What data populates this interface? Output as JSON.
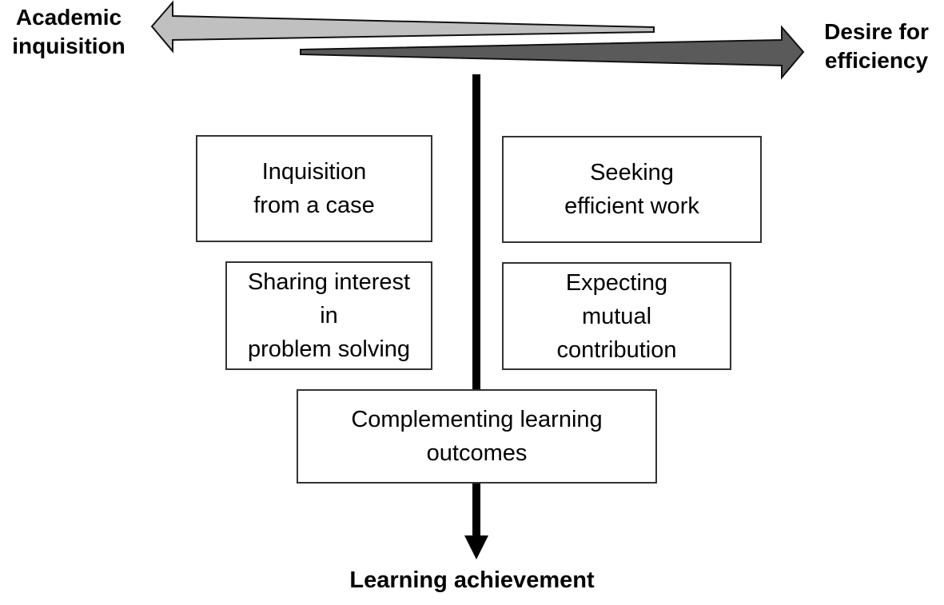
{
  "poles": {
    "left": "Academic\ninquisition",
    "right": "Desire for\nefficiency"
  },
  "boxes": {
    "top_left": "Inquisition\nfrom a case",
    "top_right": "Seeking\nefficient work",
    "mid_left": "Sharing interest\nin\nproblem solving",
    "mid_right": "Expecting\nmutual\ncontribution",
    "bottom": "Complementing learning\noutcomes"
  },
  "outcome": "Learning achievement",
  "colors": {
    "left_arrow_fill": "#c0c0c0",
    "right_arrow_fill": "#5a5a5a",
    "stroke": "#111111",
    "axis": "#000000"
  }
}
